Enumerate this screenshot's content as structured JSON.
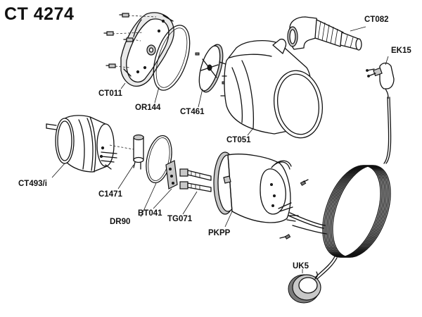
{
  "title": "CT 4274",
  "parts": {
    "ct011": "CT011",
    "or144": "OR144",
    "ct461": "CT461",
    "ct051": "CT051",
    "ct082": "CT082",
    "ek15": "EK15",
    "ct493": "CT493/i",
    "c1471": "C1471",
    "dr90": "DR90",
    "bt041": "BT041",
    "tg071": "TG071",
    "pkpp": "PKPP",
    "uk5": "UK5"
  }
}
